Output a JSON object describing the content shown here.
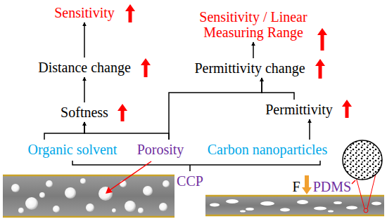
{
  "diagram": {
    "nodes": [
      {
        "text": [
          "Sensitivity"
        ]
      },
      {
        "text": [
          "Sensitivity / Linear Measuring Range"
        ]
      },
      {
        "text": [
          "Distance change"
        ]
      },
      {
        "text": [
          "Permittivity change"
        ]
      },
      {
        "text": [
          "Softness"
        ]
      },
      {
        "text": [
          "Permittivity"
        ]
      },
      {
        "text": [
          "Organic solvent"
        ]
      },
      {
        "text": [
          "Porosity"
        ]
      },
      {
        "text": [
          "Carbon nanoparticles"
        ]
      }
    ],
    "edges": [
      {
        "from": 4,
        "to": 2,
        "arrow": "to"
      },
      {
        "from": 2,
        "to": 0,
        "arrow": "to"
      },
      {
        "from": 6,
        "to": 4,
        "arrow": "to"
      },
      {
        "from": 7,
        "to": 4,
        "arrow": "to"
      },
      {
        "from": 7,
        "to": 3,
        "arrow": "to"
      },
      {
        "from": 5,
        "to": 3,
        "arrow": "to"
      },
      {
        "from": 8,
        "to": 5,
        "arrow": "to"
      },
      {
        "from": 3,
        "to": 1,
        "arrow": "to"
      }
    ],
    "labels": [
      "CCP",
      "F",
      "PDMS"
    ]
  }
}
